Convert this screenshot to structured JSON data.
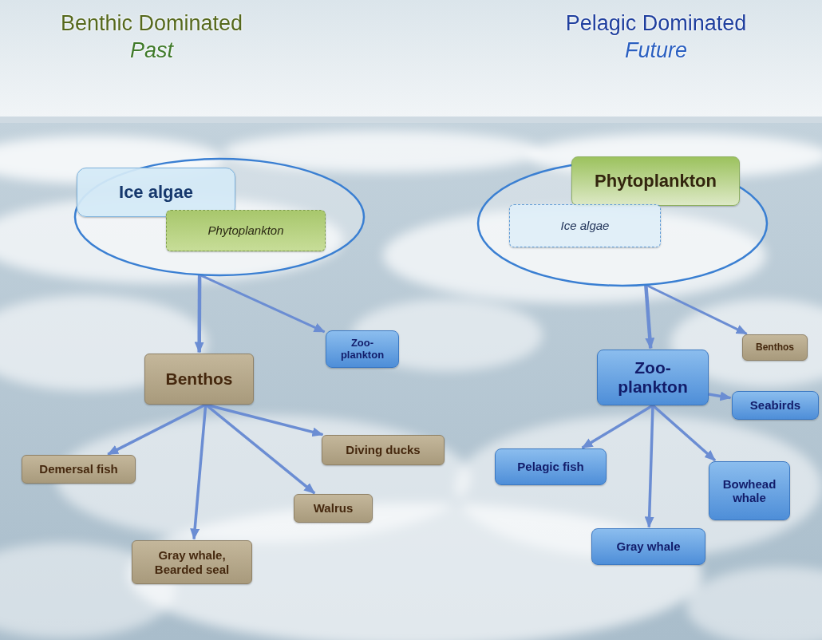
{
  "diagram": {
    "nodes": [
      {
        "text": []
      },
      {
        "text": [
          "Ice algae"
        ],
        "in": 0
      },
      {
        "text": [
          "Phytoplankton"
        ],
        "in": 0
      },
      {
        "text": [
          "Benthos"
        ]
      },
      {
        "text": [
          "Zoo- plankton"
        ]
      },
      {
        "text": [
          "Demersal fish"
        ]
      },
      {
        "text": [
          "Gray whale, Bearded seal"
        ]
      },
      {
        "text": [
          "Walrus"
        ]
      },
      {
        "text": [
          "Diving ducks"
        ]
      },
      {
        "text": []
      },
      {
        "text": [
          "Phytoplankton"
        ],
        "in": 9
      },
      {
        "text": [
          "Ice algae"
        ],
        "in": 9
      },
      {
        "text": [
          "Zoo- plankton"
        ]
      },
      {
        "text": [
          "Benthos"
        ]
      },
      {
        "text": [
          "Pelagic fish"
        ]
      },
      {
        "text": [
          "Gray whale"
        ]
      },
      {
        "text": [
          "Bowhead whale"
        ]
      },
      {
        "text": [
          "Seabirds"
        ]
      }
    ],
    "edges": [
      {
        "from": 0,
        "to": 3,
        "arrow": "to"
      },
      {
        "from": 0,
        "to": 4,
        "arrow": "to"
      },
      {
        "from": 3,
        "to": 5,
        "arrow": "to"
      },
      {
        "from": 3,
        "to": 6,
        "arrow": "to"
      },
      {
        "from": 3,
        "to": 7,
        "arrow": "to"
      },
      {
        "from": 3,
        "to": 8,
        "arrow": "to"
      },
      {
        "from": 9,
        "to": 12,
        "arrow": "to"
      },
      {
        "from": 9,
        "to": 13,
        "arrow": "to"
      },
      {
        "from": 12,
        "to": 14,
        "arrow": "to"
      },
      {
        "from": 12,
        "to": 15,
        "arrow": "to"
      },
      {
        "from": 12,
        "to": 16,
        "arrow": "to"
      },
      {
        "from": 12,
        "to": 17,
        "arrow": "to"
      }
    ],
    "labels": [
      "Benthic Dominated",
      "Past",
      "Pelagic Dominated",
      "Future"
    ]
  }
}
